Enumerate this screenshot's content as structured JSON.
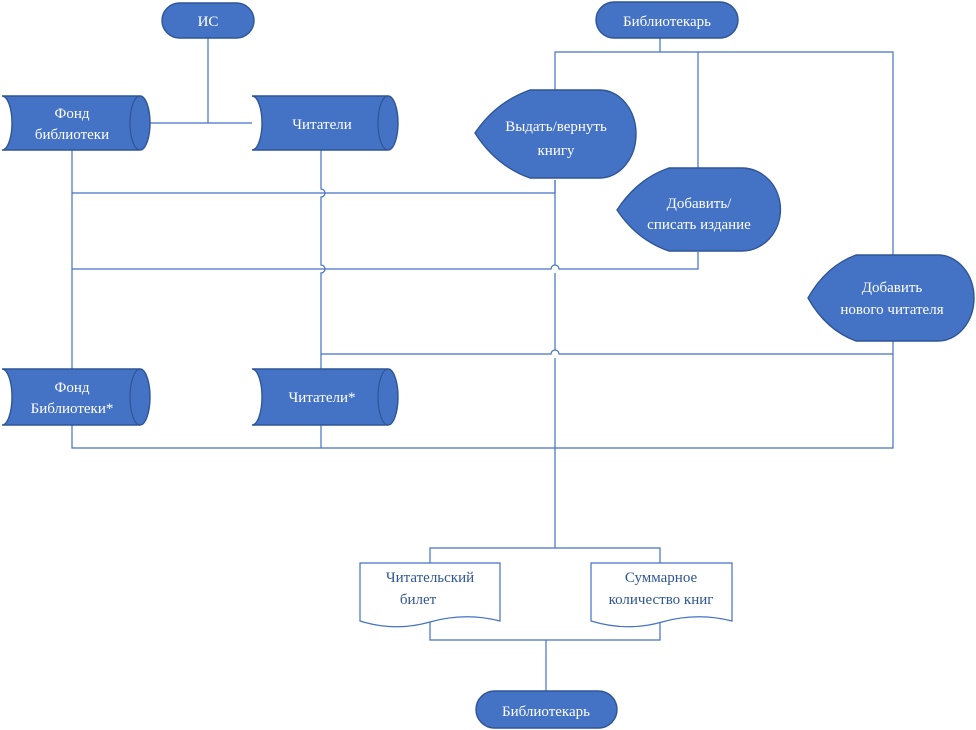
{
  "terminals": {
    "is": "ИС",
    "librarian_top": "Библиотекарь",
    "librarian_bottom": "Библиотекарь"
  },
  "stores": {
    "fund": [
      "Фонд",
      "библиотеки"
    ],
    "readers": [
      "Читатели"
    ],
    "fund_out": [
      "Фонд",
      "Библиотеки*"
    ],
    "readers_out": [
      "Читатели*"
    ]
  },
  "processes": {
    "issue_return": [
      "Выдать/вернуть",
      "книгу"
    ],
    "add_writeoff": [
      "Добавить/",
      "списать издание"
    ],
    "add_reader": [
      "Добавить",
      "нового читателя"
    ]
  },
  "documents": {
    "reader_card": [
      "Читательский",
      "билет"
    ],
    "total_books": [
      "Суммарное",
      "количество книг"
    ]
  }
}
